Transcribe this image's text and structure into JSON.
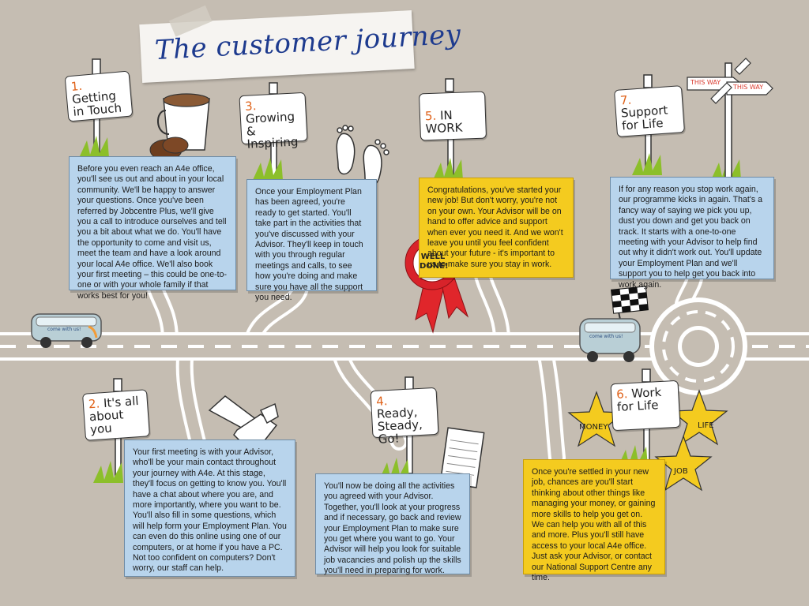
{
  "title": "The customer journey",
  "steps": [
    {
      "num": "1.",
      "title": "Getting in Touch",
      "text": "Before you even reach an A4e office, you'll see us out and about in your local community. We'll be happy to answer your questions. Once you've been referred by Jobcentre Plus, we'll give you a call to introduce ourselves and tell you a bit about what we do. You'll have the opportunity to come and visit us, meet the team and have a look around your local A4e office. We'll also book your first meeting – this could be one-to-one or with your whole family if that works best for you!"
    },
    {
      "num": "2.",
      "title": "It's all about you",
      "text": "Your first meeting is with your Advisor, who'll be your main contact throughout your journey with A4e. At this stage, they'll focus on getting to know you. You'll have a chat about where you are, and more importantly, where you want to be. You'll also fill in some questions, which will help form your Employment Plan. You can even do this online using one of our computers, or at home if you have a PC. Not too confident on computers? Don't worry, our staff can help."
    },
    {
      "num": "3.",
      "title": "Growing & Inspiring",
      "text": "Once your Employment Plan has been agreed, you're ready to get started. You'll take part in the activities that you've discussed with your Advisor. They'll keep in touch with you through regular meetings and calls, to see how you're doing and make sure you have all the support you need."
    },
    {
      "num": "4.",
      "title": "Ready, Steady, Go!",
      "text": "You'll now be doing all the activities you agreed with your Advisor. Together, you'll look at your progress and if necessary, go back and review your Employment Plan to make sure you get where you want to go. Your Advisor will help you look for suitable job vacancies and polish up the skills you'll need in preparing for work."
    },
    {
      "num": "5.",
      "title": "IN WORK",
      "text": "Congratulations, you've started your new job! But don't worry, you're not on your own. Your Advisor will be on hand to offer advice and support when ever you need it. And we won't leave you until you feel confident about your future - it's important to us to make sure you stay in work."
    },
    {
      "num": "6.",
      "title": "Work for Life",
      "text": "Once you're settled in your new job, chances are you'll start thinking about other things like managing your money, or gaining more skills to help you get on. We can help you with all of this and more. Plus you'll still have access to your local A4e office. Just ask your Advisor, or contact our National Support Centre any time."
    },
    {
      "num": "7.",
      "title": "Support for Life",
      "text": "If for any reason you stop work again, our programme kicks in again. That's a fancy way of saying we pick you up, dust you down and get you back on track. It starts with a one-to-one meeting with your Advisor to help find out why it didn't work out. You'll update your Employment Plan and we'll support you to help get you back into work again."
    }
  ],
  "badge": "WELL DONE!",
  "stars": [
    "MONEY",
    "LIFE",
    "JOB"
  ],
  "signpost": [
    "THIS WAY",
    "THIS WAY"
  ],
  "van_text": "come with us!",
  "colors": {
    "blue_box": "#b8d4ec",
    "yellow_box": "#f4cb1f",
    "number": "#e0631b",
    "title": "#1d3a8e",
    "background": "#c5bdb2"
  },
  "icons": [
    "coffee-cup-icon",
    "cookies-icon",
    "footprints-icon",
    "handshake-icon",
    "notepad-icon",
    "rosette-icon",
    "chequered-flag-icon",
    "bus-icon",
    "star-icon",
    "signpost-icon"
  ]
}
